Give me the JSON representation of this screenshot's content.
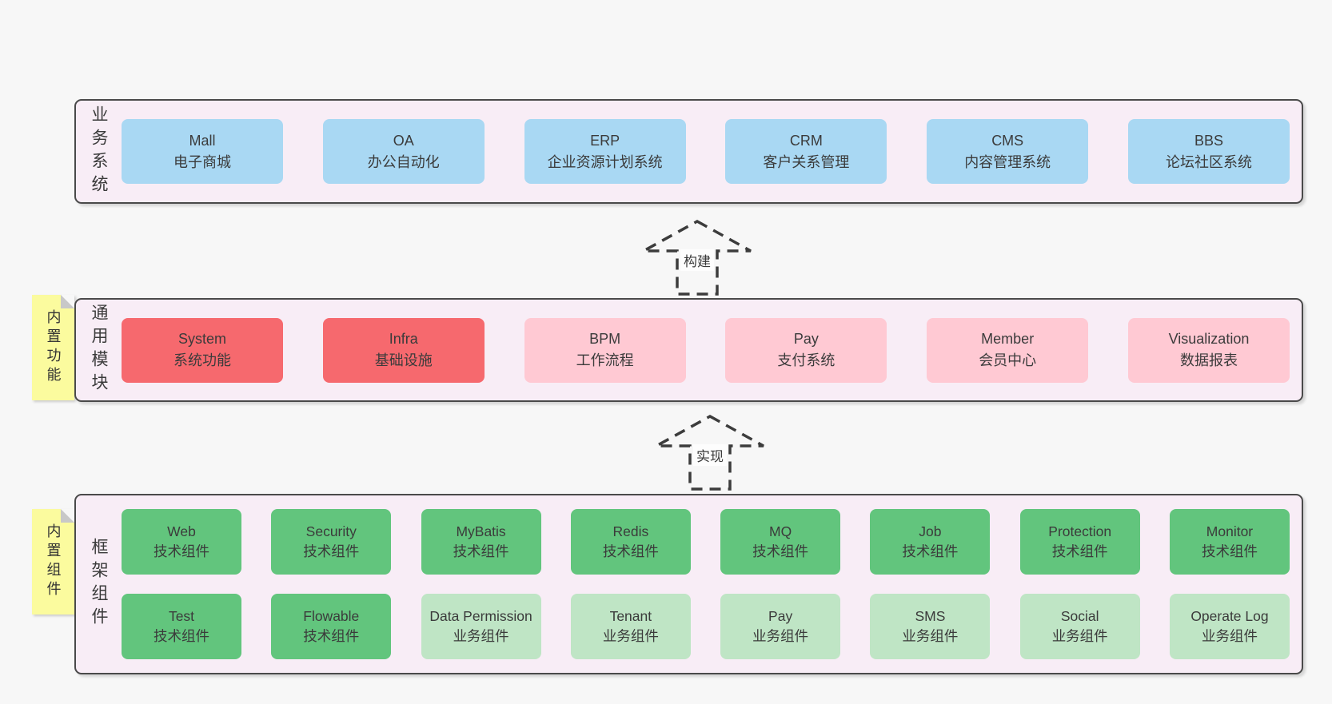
{
  "colors": {
    "page_bg": "#F7F7F7",
    "layer_bg": "#F8EDF6",
    "layer_border": "#4A4A4A",
    "blue_box": "#A9D8F3",
    "red_box": "#F6696E",
    "pink_box": "#FFC9D3",
    "green_box": "#62C57D",
    "light_green_box": "#BFE5C5",
    "note_yellow": "#FBFB9E",
    "arrow_stroke": "#3C3C3C"
  },
  "layers": {
    "business": {
      "label": "业务系统",
      "boxes": [
        {
          "name": "Mall",
          "desc": "电子商城"
        },
        {
          "name": "OA",
          "desc": "办公自动化"
        },
        {
          "name": "ERP",
          "desc": "企业资源计划系统"
        },
        {
          "name": "CRM",
          "desc": "客户关系管理"
        },
        {
          "name": "CMS",
          "desc": "内容管理系统"
        },
        {
          "name": "BBS",
          "desc": "论坛社区系统"
        }
      ]
    },
    "modules": {
      "label": "通用模块",
      "note": "内置功能",
      "boxes": [
        {
          "name": "System",
          "desc": "系统功能"
        },
        {
          "name": "Infra",
          "desc": "基础设施"
        },
        {
          "name": "BPM",
          "desc": "工作流程"
        },
        {
          "name": "Pay",
          "desc": "支付系统"
        },
        {
          "name": "Member",
          "desc": "会员中心"
        },
        {
          "name": "Visualization",
          "desc": "数据报表"
        }
      ]
    },
    "framework": {
      "label": "框架组件",
      "note": "内置组件",
      "row1": [
        {
          "name": "Web",
          "desc": "技术组件"
        },
        {
          "name": "Security",
          "desc": "技术组件"
        },
        {
          "name": "MyBatis",
          "desc": "技术组件"
        },
        {
          "name": "Redis",
          "desc": "技术组件"
        },
        {
          "name": "MQ",
          "desc": "技术组件"
        },
        {
          "name": "Job",
          "desc": "技术组件"
        },
        {
          "name": "Protection",
          "desc": "技术组件"
        },
        {
          "name": "Monitor",
          "desc": "技术组件"
        }
      ],
      "row2": [
        {
          "name": "Test",
          "desc": "技术组件"
        },
        {
          "name": "Flowable",
          "desc": "技术组件"
        },
        {
          "name": "Data Permission",
          "desc": "业务组件"
        },
        {
          "name": "Tenant",
          "desc": "业务组件"
        },
        {
          "name": "Pay",
          "desc": "业务组件"
        },
        {
          "name": "SMS",
          "desc": "业务组件"
        },
        {
          "name": "Social",
          "desc": "业务组件"
        },
        {
          "name": "Operate Log",
          "desc": "业务组件"
        }
      ]
    }
  },
  "arrows": {
    "build": {
      "label": "构建"
    },
    "implement": {
      "label": "实现"
    }
  }
}
